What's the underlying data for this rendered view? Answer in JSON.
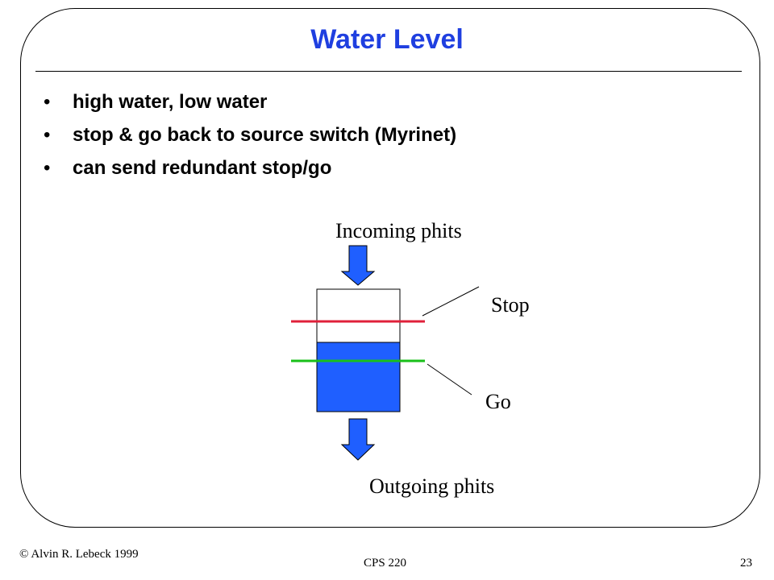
{
  "slide": {
    "title": "Water Level",
    "bullets": [
      "high water, low water",
      "stop & go back to source switch (Myrinet)",
      "can send redundant stop/go"
    ],
    "bullet_glyph": "•"
  },
  "diagram": {
    "incoming_label": "Incoming phits",
    "outgoing_label": "Outgoing phits",
    "stop_label": "Stop",
    "go_label": "Go",
    "colors": {
      "water": "#1f5fff",
      "arrow": "#1f5fff",
      "stop_line": "#e0203a",
      "go_line": "#19c019"
    }
  },
  "footer": {
    "copyright": "© Alvin R. Lebeck 1999",
    "course": "CPS 220",
    "page_number": "23"
  }
}
